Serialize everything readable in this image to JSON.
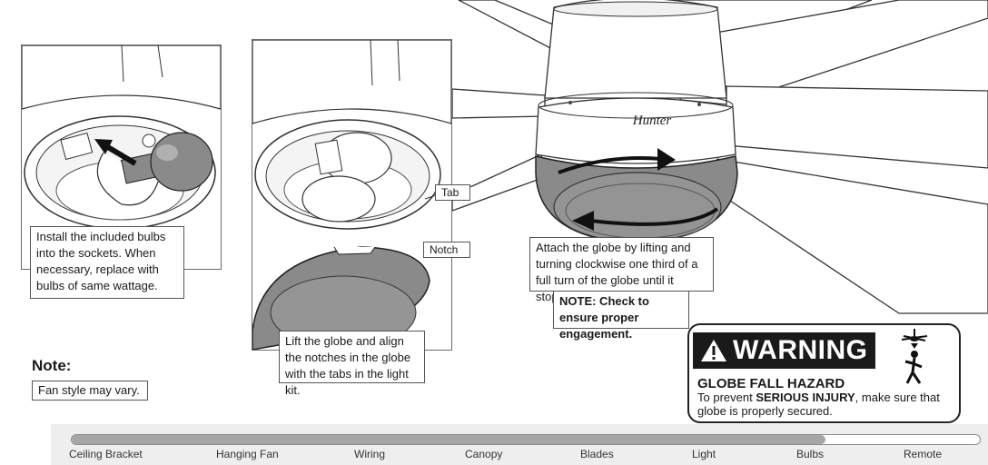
{
  "panels": {
    "step1": {
      "text": "Install the included bulbs into the sockets. When necessary, replace with bulbs of same wattage."
    },
    "step2": {
      "tab_label": "Tab",
      "notch_label": "Notch",
      "text": "Lift the globe and align the notches in the globe with the tabs in the light kit."
    },
    "step3": {
      "brand": "Hunter",
      "text": "Attach the globe by lifting and turning clockwise one third of a full turn of the globe until it stops.",
      "note": "NOTE: Check to ensure proper engagement."
    }
  },
  "fan_note": {
    "title": "Note:",
    "text": "Fan style may vary."
  },
  "warning": {
    "heading": "WARNING",
    "hazard": "GLOBE FALL HAZARD",
    "prefix": "To prevent ",
    "emphasis": "SERIOUS INJURY",
    "suffix": ", make sure that globe is properly secured."
  },
  "progress": {
    "fraction": 0.83,
    "steps": [
      "Ceiling Bracket",
      "Hanging Fan",
      "Wiring",
      "Canopy",
      "Blades",
      "Light",
      "Bulbs",
      "Remote"
    ]
  },
  "colors": {
    "ink": "#1a1a1a",
    "globe": "#8a8a8a",
    "progress_fill": "#a6a6a6"
  }
}
